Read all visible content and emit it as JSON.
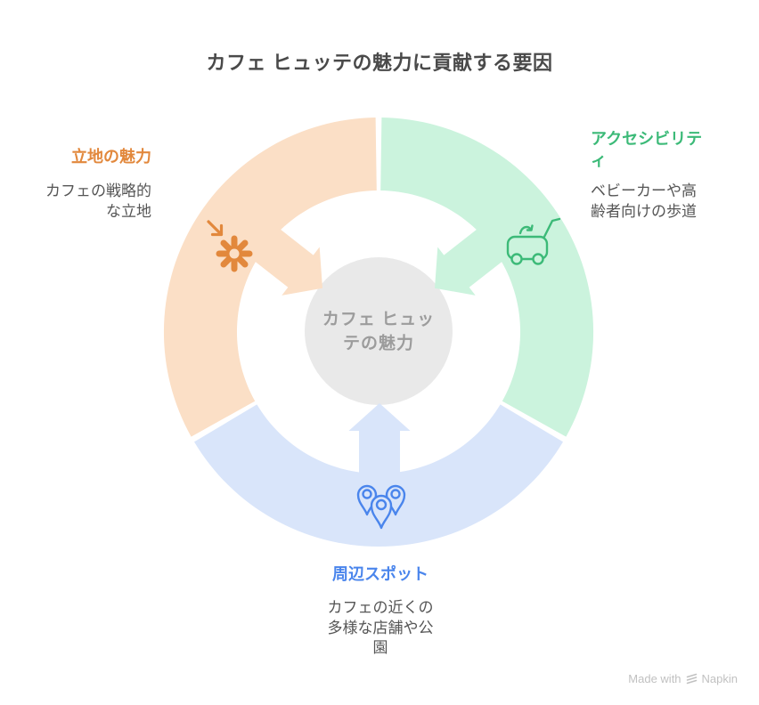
{
  "title": "カフェ ヒュッテの魅力に貢献する要因",
  "center": {
    "label": "カフェ ヒュッテの魅力",
    "lines": [
      "カフェ ヒュッ",
      "テの魅力"
    ],
    "bg_color": "#e9e9e9",
    "text_color": "#9c9c9c"
  },
  "segments": [
    {
      "id": "location",
      "label": "立地の魅力",
      "description": "カフェの戦略的な立地",
      "description_lines": [
        "カフェの戦略的",
        "な立地"
      ],
      "band_color": "#fbdfc6",
      "accent_color": "#e2883c",
      "icon": "arrow-to-flower-icon"
    },
    {
      "id": "accessibility",
      "label": "アクセシビリティ",
      "label_lines": [
        "アクセシビリテ",
        "ィ"
      ],
      "description": "ベビーカーや高齢者向けの歩道",
      "description_lines": [
        "ベビーカーや高",
        "齢者向けの歩道"
      ],
      "band_color": "#cbf3dd",
      "accent_color": "#3cba78",
      "icon": "stroller-icon"
    },
    {
      "id": "nearby-spots",
      "label": "周辺スポット",
      "description": "カフェの近くの多様な店舗や公園",
      "description_lines": [
        "カフェの近くの",
        "多様な店舗や公",
        "園"
      ],
      "band_color": "#d9e5fa",
      "accent_color": "#4a85ec",
      "icon": "map-pins-icon"
    }
  ],
  "watermark": {
    "prefix": "Made with",
    "brand": "Napkin",
    "color": "#c1c1c1"
  }
}
